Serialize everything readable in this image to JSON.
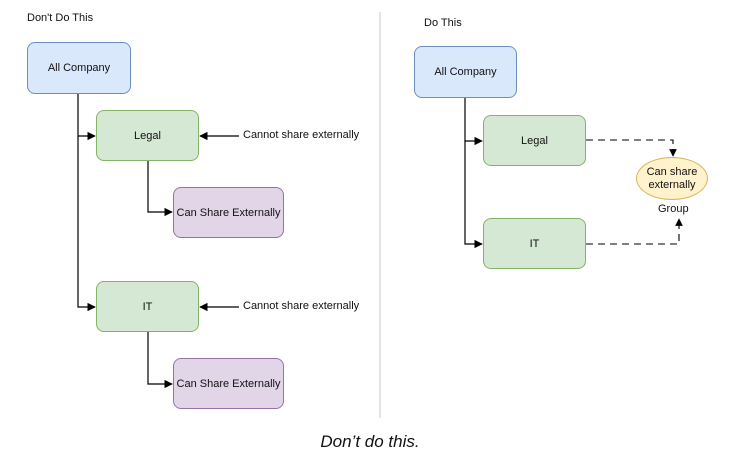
{
  "left_panel": {
    "title": "Don't Do This",
    "root": "All Company",
    "legal": "Legal",
    "legal_child": "Can Share Externally",
    "legal_note": "Cannot share externally",
    "it": "IT",
    "it_child": "Can Share Externally",
    "it_note": "Cannot share externally"
  },
  "right_panel": {
    "title": "Do This",
    "root": "All Company",
    "legal": "Legal",
    "it": "IT",
    "group_node": "Can share externally",
    "group_label": "Group"
  },
  "caption": "Don’t do this.",
  "colors": {
    "blue_fill": "#dae8fc",
    "green_fill": "#d5e8d4",
    "purple_fill": "#e1d5e7",
    "yellow_fill": "#fff2cc"
  }
}
